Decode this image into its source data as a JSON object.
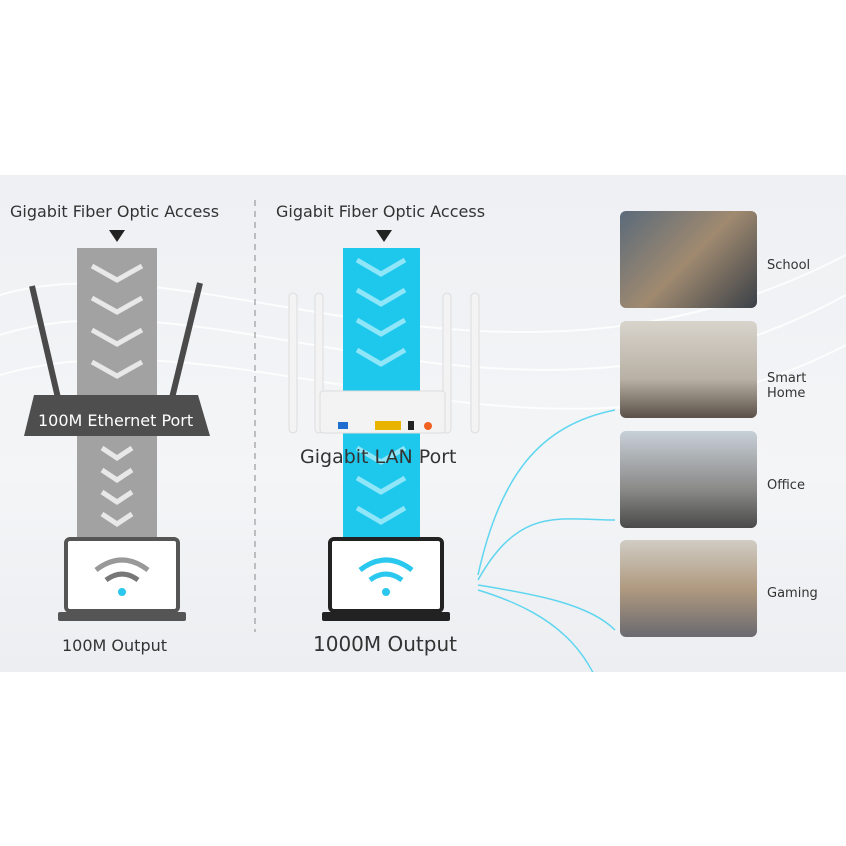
{
  "left": {
    "top_label": "Gigabit Fiber Optic Access",
    "port_label": "100M Ethernet Port",
    "output_label": "100M Output"
  },
  "right": {
    "top_label": "Gigabit Fiber Optic Access",
    "port_label": "Gigabit LAN Port",
    "output_label": "1000M Output"
  },
  "scenarios": [
    {
      "label": "School"
    },
    {
      "label": "Smart Home"
    },
    {
      "label": "Office"
    },
    {
      "label": "Gaming"
    }
  ],
  "colors": {
    "accent": "#1ec8ec",
    "gray": "#9a9a9a",
    "dark": "#333333"
  }
}
